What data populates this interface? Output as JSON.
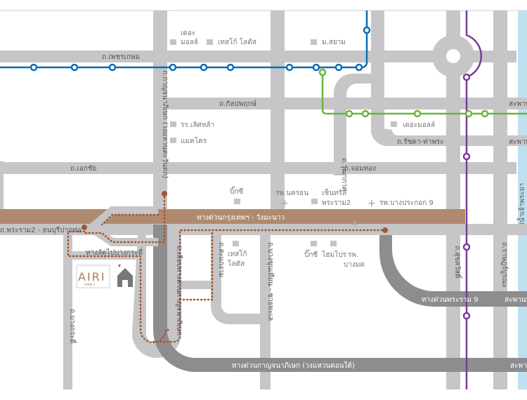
{
  "colors": {
    "road": "#c6c6c8",
    "dark_road": "#8d8d8f",
    "expressway": "#b08a6e",
    "bts_blue": "#0a6db5",
    "green_line": "#6ab43e",
    "purple_line": "#7b3c97",
    "river": "#bfe0ef",
    "route": "#a55535"
  },
  "roads": {
    "phetkasem": "ถ.เพชรเกษม",
    "kanlapaphruek": "ถ.กัลปพฤกษ์",
    "ekkachai": "ถ.เอกชัย",
    "chomthong": "ถ.จอมทอง",
    "ratchada": "ถ.รัชดา-ท่าพระ",
    "wutthakat": "ถ.วุฒากาศ",
    "kanchana_v": "ถ.กาญจนาภิเษก (วงแหวนตะวันตก)",
    "expressway": "ทางด่วนกรุงเทพฯ - วังมะนาว",
    "rama2": "ถ.พระราม2 - ธนบุรีปากท่อ",
    "shortcut": "ทางลัดไปบางกระดี่",
    "bangkradi": "ถ.บางกระดี่",
    "parallel": "ถ.เลียบทางด่วนกาญจนาภิเษก",
    "kanaeng": "ถ.สะแกงาม",
    "bangkhunthian": "ถ.บางขุนเทียน - ชายทะเล",
    "suksawat": "ถ.สุขสวัสดิ์",
    "ratburana": "ถ.ราษฎร์บูรณะ",
    "rama9_exp": "ทางด่วนพระราม 9",
    "kanchana_exp": "ทางด่วนกาญจนาภิเษก (วงแหวนตอนใต้)",
    "bridge1": "สะพาน",
    "bridge2": "สะพาน",
    "bridge3": "สะพานพ",
    "bridge4": "สะพาน",
    "river": "แม่น้ำเจ้าพระยา"
  },
  "pois": {
    "themall1": "เดอะ\nมอลล์",
    "themall1_a": "เดอะ",
    "themall1_b": "มอลล์",
    "tesco1": "เทสโก้ โลตัส",
    "siam_u": "ม.สยาม",
    "school": "รร.เลิศหล้า",
    "makro": "แมคโคร",
    "themall2": "เดอะมอลล์",
    "bigc1": "บิ๊กซี",
    "nakornthon": "รพ.นครธน",
    "central_a": "เซ็นทรัล",
    "central_b": "พระราม2",
    "bangprakok": "รพ.บางประกอก 9",
    "tesco2_a": "เทสโก้",
    "tesco2_b": "โลตัส",
    "bigc2": "บิ๊กซี",
    "homepro": "โฮมโปร",
    "bangmod_a": "รพ.",
    "bangmod_b": "บางมด"
  },
  "project": {
    "name": "AIRI",
    "sub": "RAMA 2"
  }
}
